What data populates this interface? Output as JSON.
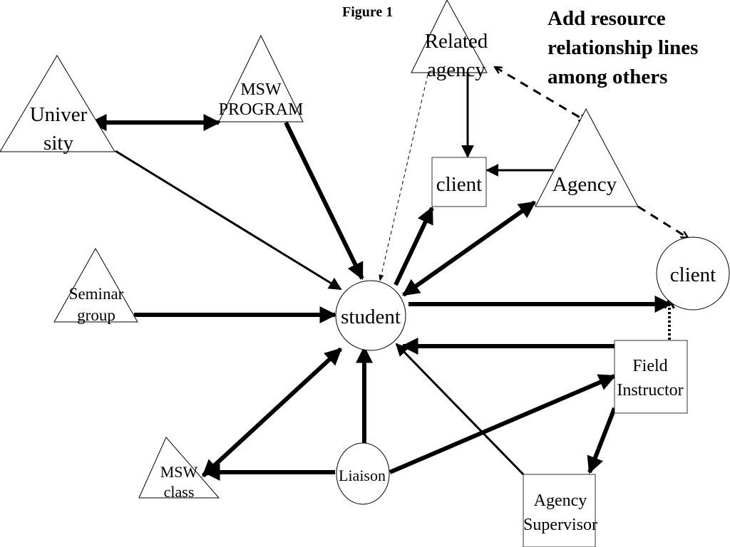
{
  "figure": {
    "title": "Figure 1",
    "instruction_lines": [
      "Add resource",
      "relationship lines",
      "among others"
    ]
  },
  "colors": {
    "ink": "#000000",
    "box_border": "#333333",
    "background": "#ffffff"
  },
  "nodes": {
    "university": {
      "shape": "triangle",
      "lines": [
        "Univer",
        "sity"
      ]
    },
    "msw_program": {
      "shape": "triangle",
      "lines": [
        "MSW",
        "PROGRAM"
      ]
    },
    "related_agency": {
      "shape": "triangle",
      "lines": [
        "Related",
        "agency"
      ]
    },
    "client_box": {
      "shape": "rectangle",
      "lines": [
        "client"
      ]
    },
    "agency": {
      "shape": "triangle",
      "lines": [
        "Agency"
      ]
    },
    "client_circle": {
      "shape": "circle",
      "lines": [
        "client"
      ]
    },
    "seminar_group": {
      "shape": "triangle",
      "lines": [
        "Seminar",
        "group"
      ]
    },
    "student": {
      "shape": "circle",
      "lines": [
        "student"
      ]
    },
    "field_instructor": {
      "shape": "rectangle",
      "lines": [
        "Field",
        "Instructor"
      ]
    },
    "msw_class": {
      "shape": "triangle",
      "lines": [
        "MSW",
        "class"
      ]
    },
    "liaison": {
      "shape": "ellipse",
      "lines": [
        "Liaison"
      ]
    },
    "agency_supervisor": {
      "shape": "rectangle",
      "lines": [
        "Agency",
        "Supervisor"
      ]
    }
  },
  "edges": [
    {
      "from": "university",
      "to": "msw_program",
      "direction": "both",
      "style": "thick"
    },
    {
      "from": "university",
      "to": "student",
      "direction": "forward",
      "style": "medium"
    },
    {
      "from": "msw_program",
      "to": "student",
      "direction": "forward",
      "style": "thick"
    },
    {
      "from": "related_agency",
      "to": "student",
      "direction": "forward",
      "style": "thin-dashed"
    },
    {
      "from": "related_agency",
      "to": "client_box",
      "direction": "forward",
      "style": "medium"
    },
    {
      "from": "related_agency",
      "to": "agency",
      "direction": "both",
      "style": "dashed"
    },
    {
      "from": "agency",
      "to": "client_box",
      "direction": "forward",
      "style": "medium"
    },
    {
      "from": "student",
      "to": "client_box",
      "direction": "forward",
      "style": "thick"
    },
    {
      "from": "student",
      "to": "agency",
      "direction": "both",
      "style": "thick"
    },
    {
      "from": "agency",
      "to": "client_circle",
      "direction": "forward",
      "style": "dashed"
    },
    {
      "from": "student",
      "to": "client_circle",
      "direction": "forward",
      "style": "thick"
    },
    {
      "from": "seminar_group",
      "to": "student",
      "direction": "forward",
      "style": "thick"
    },
    {
      "from": "field_instructor",
      "to": "student",
      "direction": "forward",
      "style": "thick"
    },
    {
      "from": "field_instructor",
      "to": "client_circle",
      "direction": "forward",
      "style": "dotted"
    },
    {
      "from": "field_instructor",
      "to": "agency_supervisor",
      "direction": "forward",
      "style": "thick"
    },
    {
      "from": "agency_supervisor",
      "to": "student",
      "direction": "forward",
      "style": "medium"
    },
    {
      "from": "liaison",
      "to": "student",
      "direction": "forward",
      "style": "thick"
    },
    {
      "from": "liaison",
      "to": "msw_class",
      "direction": "forward",
      "style": "thick"
    },
    {
      "from": "liaison",
      "to": "field_instructor",
      "direction": "forward",
      "style": "thick"
    },
    {
      "from": "msw_class",
      "to": "student",
      "direction": "both",
      "style": "thick"
    }
  ]
}
